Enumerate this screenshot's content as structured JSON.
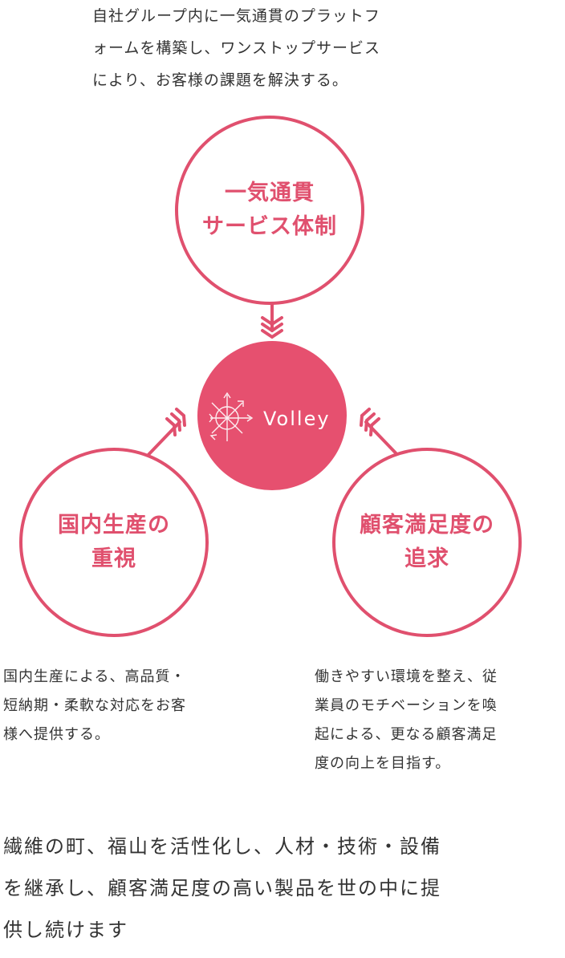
{
  "intro": {
    "lines": [
      "自社グループ内に一気通貫のプラットフ",
      "ォームを構築し、ワンストップサービス",
      "により、お客様の課題を解決する。"
    ]
  },
  "diagram": {
    "center": {
      "logo_text": "Volley",
      "logo_icon": "compass-arrows-icon"
    },
    "top_circle": {
      "lines": [
        "一気通貫",
        "サービス体制"
      ]
    },
    "left_circle": {
      "lines": [
        "国内生産の",
        "重視"
      ]
    },
    "right_circle": {
      "lines": [
        "顧客満足度の",
        "追求"
      ]
    }
  },
  "left_description": {
    "lines": [
      "国内生産による、高品質・",
      "短納期・柔軟な対応をお客",
      "様へ提供する。"
    ]
  },
  "right_description": {
    "lines": [
      "働きやすい環境を整え、従",
      "業員のモチベーションを喚",
      "起による、更なる顧客満足",
      "度の向上を目指す。"
    ]
  },
  "bottom": {
    "lines": [
      "繊維の町、福山を活性化し、人材・技術・設備",
      "を継承し、顧客満足度の高い製品を世の中に提",
      "供し続けます"
    ]
  },
  "colors": {
    "accent": "#e0506e",
    "center_fill": "#e6506f",
    "text": "#333333",
    "background": "#ffffff"
  }
}
